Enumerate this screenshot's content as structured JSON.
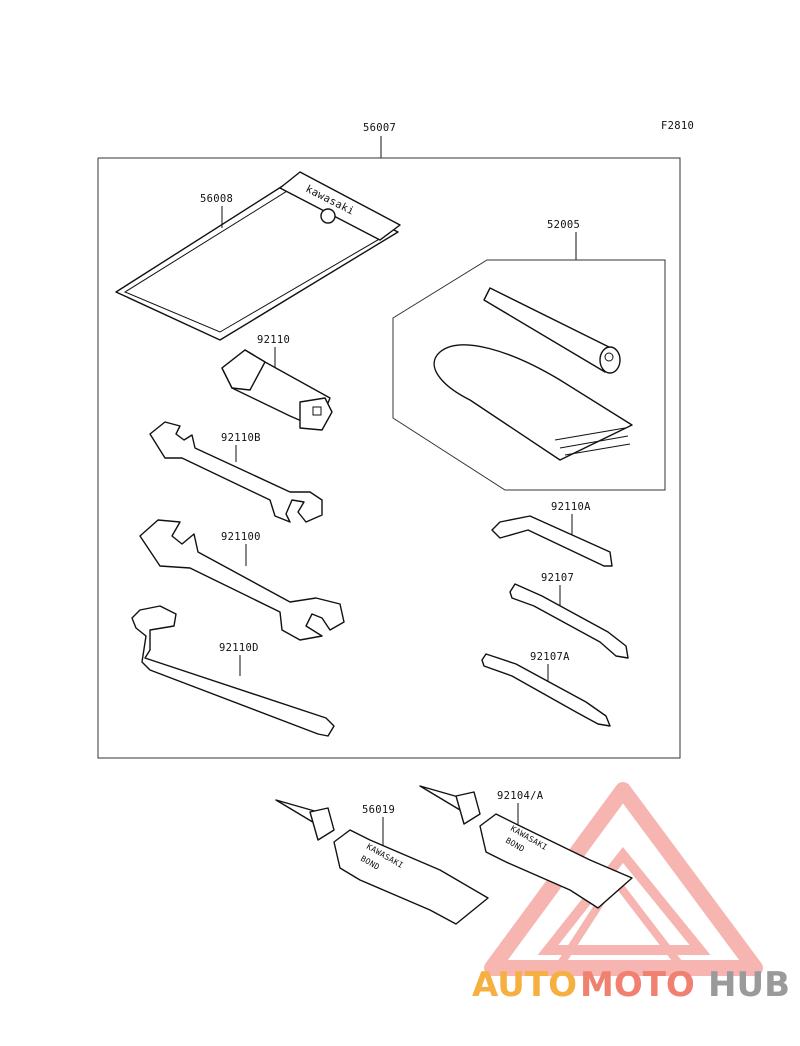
{
  "figure_code": "F2810",
  "frame_callout": "56007",
  "parts": {
    "tool_bag": "56008",
    "bag_brand": "kawasaki",
    "grease_kit": "52005",
    "plug_wrench": "92110",
    "wrench_small": "92110B",
    "wrench_large": "921100",
    "hook_wrench": "92110D",
    "hex_key": "92110A",
    "screwdriver": "92107",
    "screwdriver_b": "92107A",
    "bond_tube_1": "56019",
    "bond_tube_2": "92104/A"
  },
  "tube_print": {
    "brand": "KAWASAKI",
    "product": "BOND"
  },
  "watermark": {
    "text_a": "AUTO",
    "text_b": "MOTO",
    "text_c": "HUB",
    "color_a": "#f5b041",
    "color_b": "#f08070",
    "color_c": "#9a9a9a"
  }
}
